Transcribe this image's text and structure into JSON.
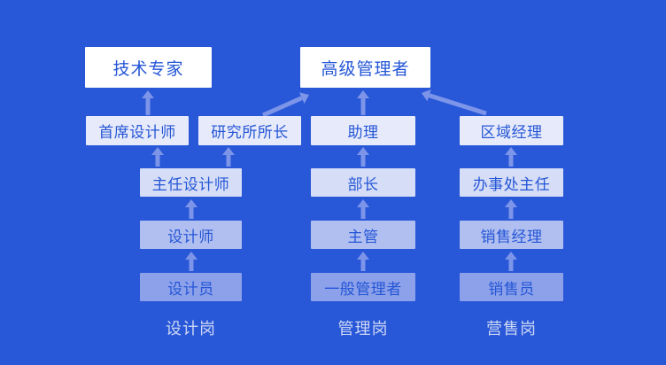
{
  "colors": {
    "background": "#2857D8",
    "apex_box_bg": "#FFFFFF",
    "box_text": "#2456D6",
    "arrow": "#7D95E9",
    "footer_text": "#CDD7F4",
    "row2_bg": "#E7EAFA",
    "row3_bg": "#D6DDF7",
    "row4_bg": "#B0BEF0",
    "row5_bg": "#8CA1EA"
  },
  "diagram": {
    "rows": [
      {
        "name": "apex",
        "boxes": [
          "技术专家",
          "高级管理者"
        ]
      },
      {
        "name": "row2",
        "boxes": [
          "首席设计师",
          "研究所所长",
          "助理",
          "区域经理"
        ]
      },
      {
        "name": "row3",
        "boxes": [
          "主任设计师",
          "部长",
          "办事处主任"
        ]
      },
      {
        "name": "row4",
        "boxes": [
          "设计师",
          "主管",
          "销售经理"
        ]
      },
      {
        "name": "row5",
        "boxes": [
          "设计员",
          "一般管理者",
          "销售员"
        ]
      }
    ],
    "footers": [
      "设计岗",
      "管理岗",
      "营售岗"
    ]
  }
}
